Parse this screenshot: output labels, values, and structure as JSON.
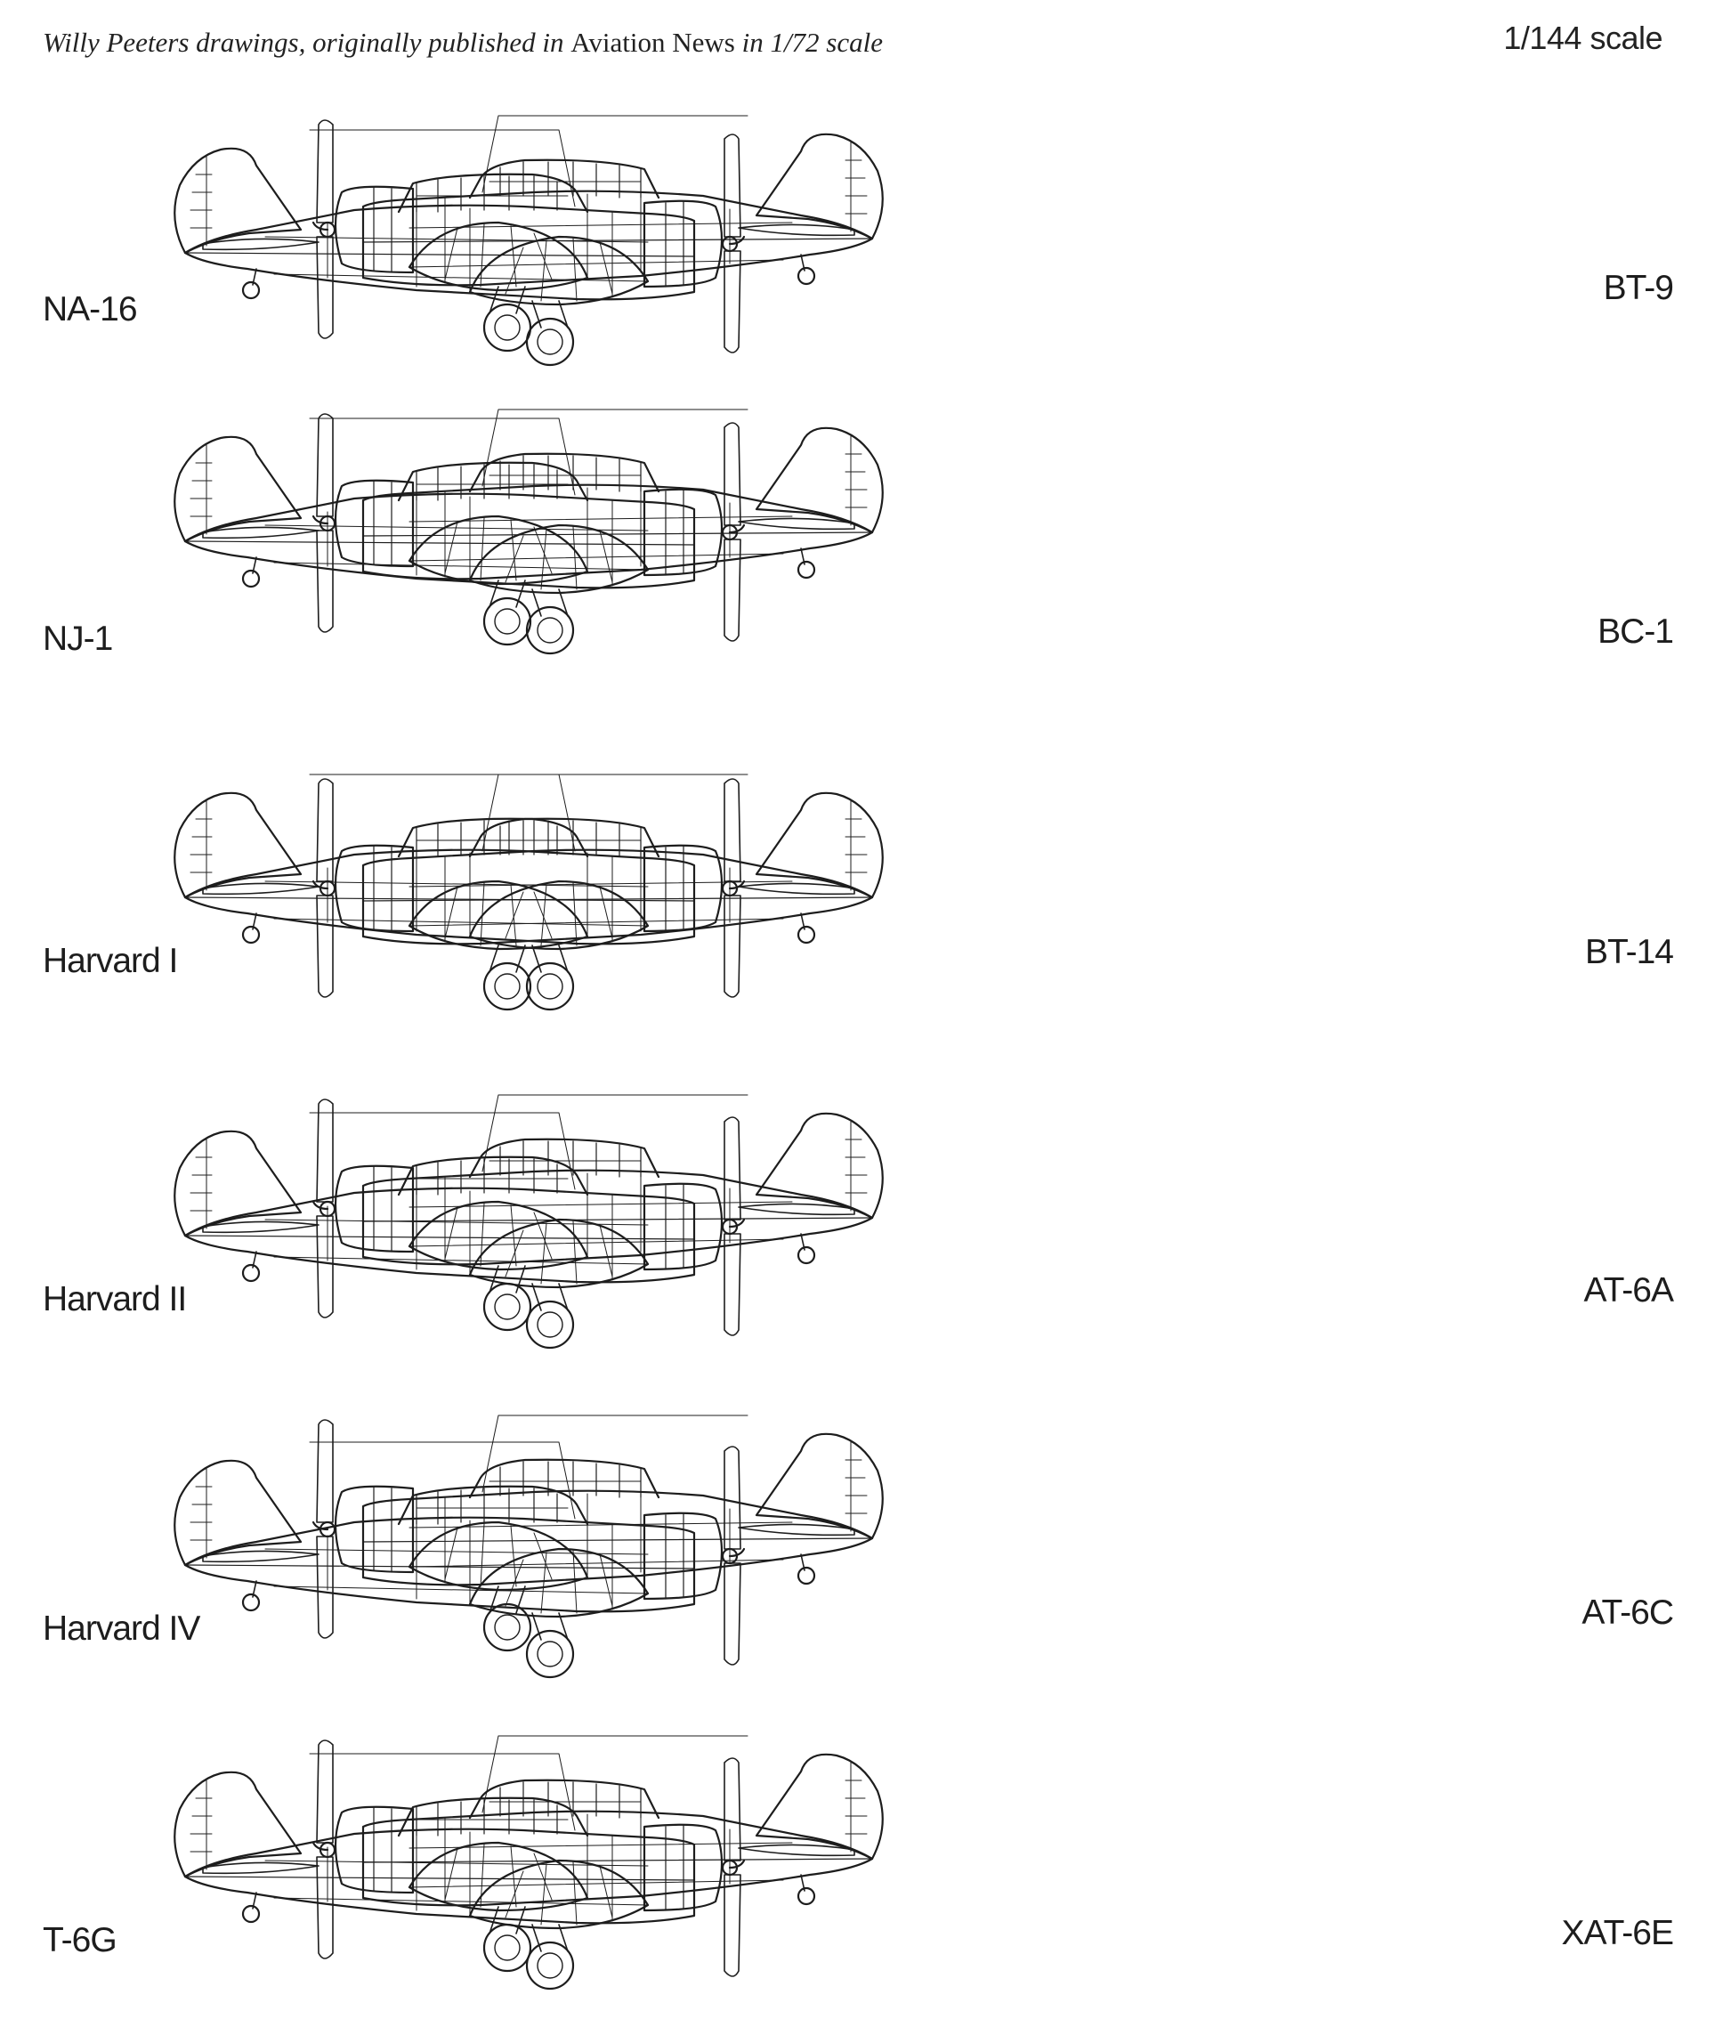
{
  "header": {
    "credit_part1": "Willy Peeters drawings, originally published in ",
    "credit_publication": "Aviation News",
    "credit_part2": " in 1/72 scale",
    "scale": "1/144 scale"
  },
  "aircraft_left": [
    {
      "label": "NA-16"
    },
    {
      "label": "NJ-1"
    },
    {
      "label": "Harvard I"
    },
    {
      "label": "Harvard II"
    },
    {
      "label": "Harvard IV"
    },
    {
      "label": "T-6G"
    }
  ],
  "aircraft_right": [
    {
      "label": "BT-9"
    },
    {
      "label": "BC-1"
    },
    {
      "label": "BT-14"
    },
    {
      "label": "AT-6A"
    },
    {
      "label": "AT-6C"
    },
    {
      "label": "XAT-6E"
    }
  ],
  "colors": {
    "ink": "#1d1d1d",
    "paper": "#ffffff"
  }
}
